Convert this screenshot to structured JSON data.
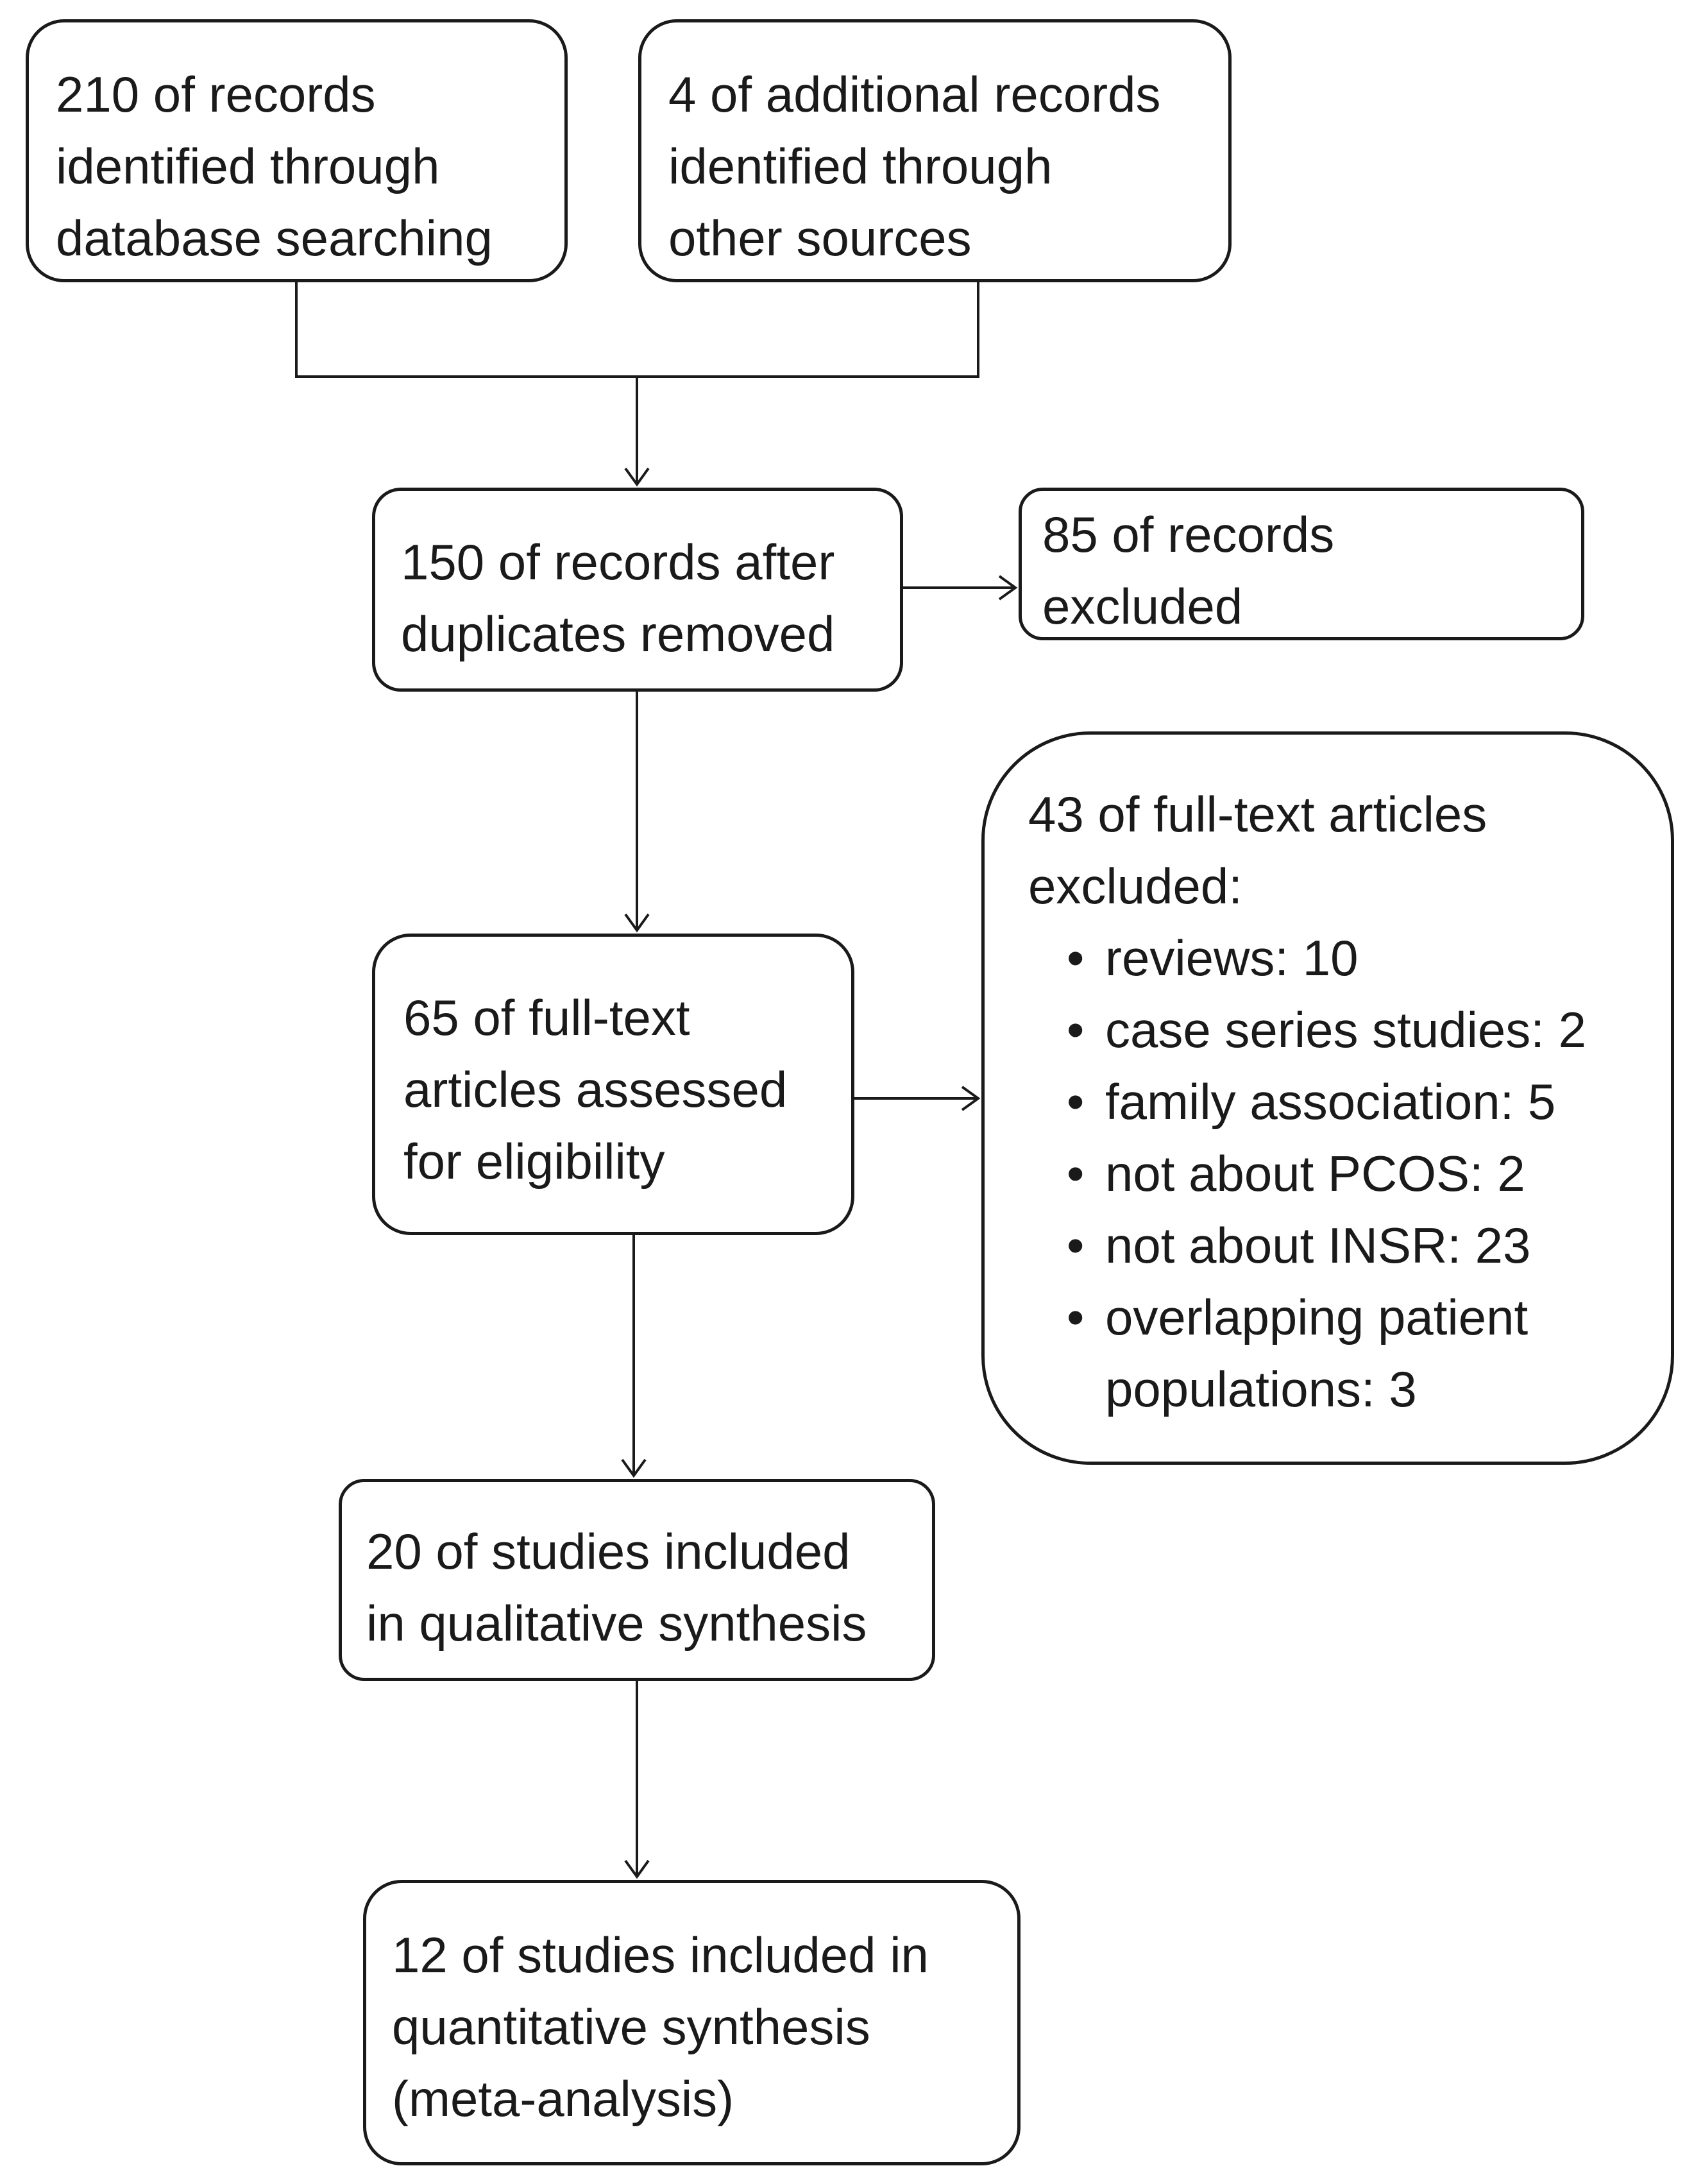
{
  "flow": {
    "identification": {
      "database": [
        "210 of records",
        "identified through",
        "database searching"
      ],
      "other_sources": [
        "4 of additional records",
        "identified through",
        "other sources"
      ]
    },
    "screening": {
      "after_duplicates": [
        "150 of records after",
        "duplicates removed"
      ],
      "records_excluded": [
        "85 of records",
        "excluded"
      ]
    },
    "eligibility": {
      "full_text_assessed": [
        "65 of full-text",
        "articles assessed",
        "for eligibility"
      ],
      "full_text_excluded": {
        "heading": [
          "43 of full-text articles",
          "excluded:"
        ],
        "reasons": [
          "reviews: 10",
          "case series studies: 2",
          "family association: 5",
          "not about PCOS: 2",
          "not about INSR: 23",
          "overlapping patient",
          "populations: 3"
        ]
      }
    },
    "included": {
      "qualitative": [
        "20 of studies included",
        "in qualitative synthesis"
      ],
      "quantitative": [
        "12 of studies included in",
        "quantitative synthesis",
        "(meta-analysis)"
      ]
    }
  },
  "colors": {
    "line": "#1a1a1a",
    "background": "#ffffff"
  }
}
